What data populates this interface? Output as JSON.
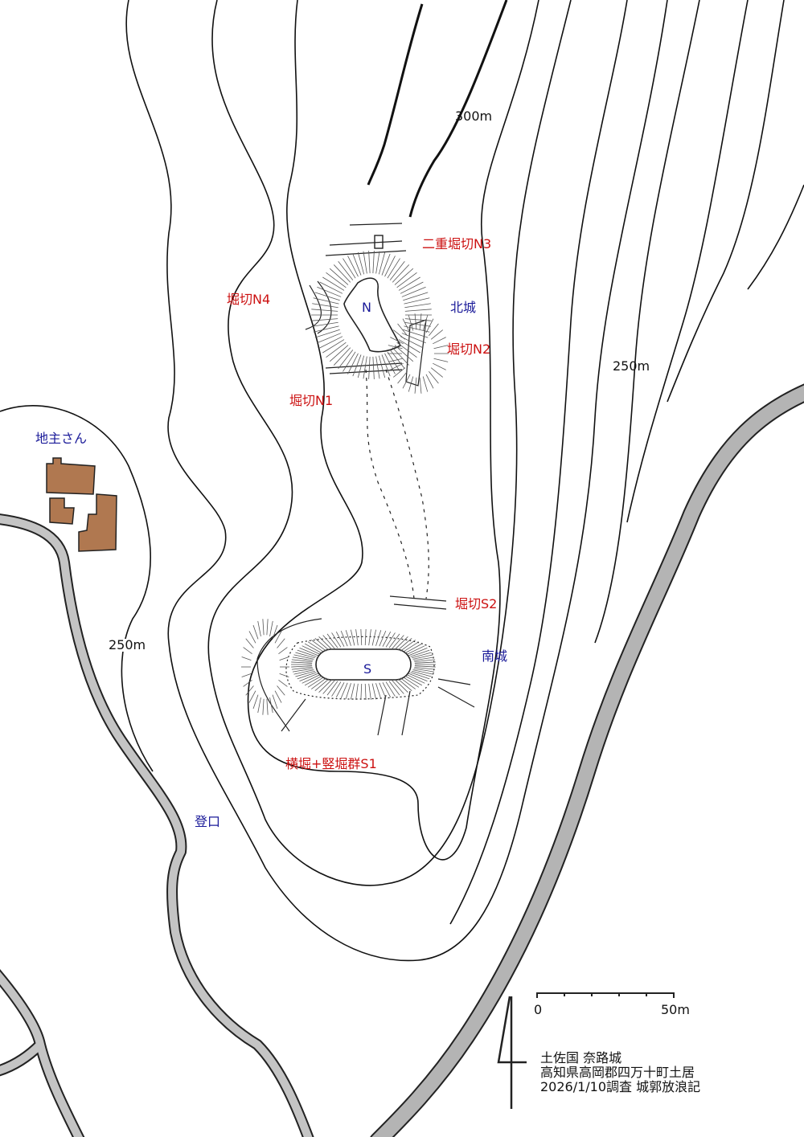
{
  "map": {
    "contour_labels": [
      "300m",
      "250m",
      "250m"
    ],
    "site_labels": {
      "north_castle": "北城",
      "south_castle": "南城",
      "north_enclosure": "N",
      "south_enclosure": "S",
      "landowner": "地主さん",
      "trailhead": "登口"
    },
    "feature_labels": {
      "n3": "二重堀切N3",
      "n4": "堀切N4",
      "n2": "堀切N2",
      "n1": "堀切N1",
      "s2": "堀切S2",
      "s1": "横堀+竪堀群S1"
    },
    "scale_bar": {
      "start": "0",
      "end": "50m"
    },
    "title_block": [
      "土佐国 奈路城",
      "高知県高岡郡四万十町土居",
      "2026/1/10調査 城郭放浪記"
    ],
    "colors": {
      "feature": "#cc1111",
      "site": "#1a1a99",
      "building": "#b07850",
      "road": "#b4b4b4"
    }
  }
}
